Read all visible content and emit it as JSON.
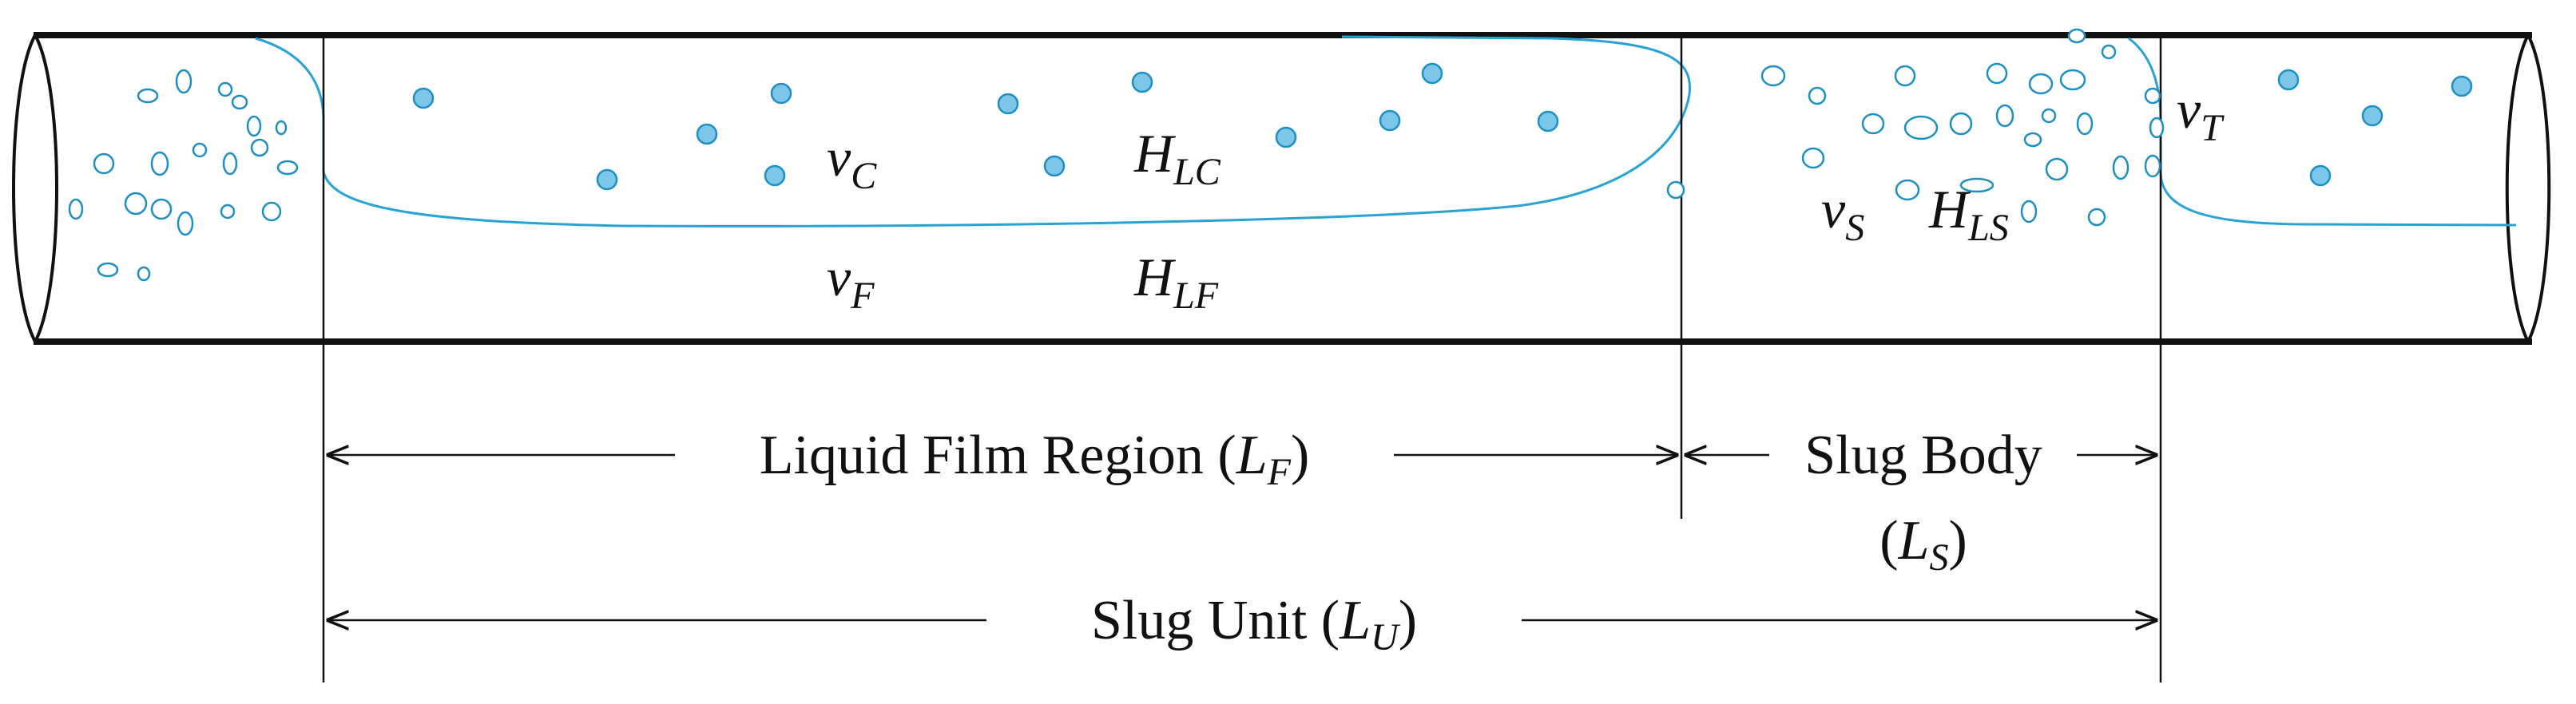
{
  "colors": {
    "ink": "#111111",
    "liquid": "#29a3d6",
    "bubble_fill": "#7cc6ea",
    "bubble_stroke": "#1e8fc2"
  },
  "variables": {
    "vC": {
      "base": "v",
      "sub": "C"
    },
    "HLC": {
      "base": "H",
      "sub": "LC"
    },
    "vF": {
      "base": "v",
      "sub": "F"
    },
    "HLF": {
      "base": "H",
      "sub": "LF"
    },
    "vS": {
      "base": "v",
      "sub": "S"
    },
    "HLS": {
      "base": "H",
      "sub": "LS"
    },
    "vT": {
      "base": "v",
      "sub": "T"
    }
  },
  "dimensions": {
    "film": {
      "text": "Liquid Film Region (",
      "sym": "L",
      "sub": "F",
      "close": ")"
    },
    "slug_body": {
      "text": "Slug Body",
      "open": "(",
      "sym": "L",
      "sub": "S",
      "close": ")"
    },
    "slug_unit": {
      "text": "Slug Unit (",
      "sym": "L",
      "sub": "U",
      "close": ")"
    }
  }
}
